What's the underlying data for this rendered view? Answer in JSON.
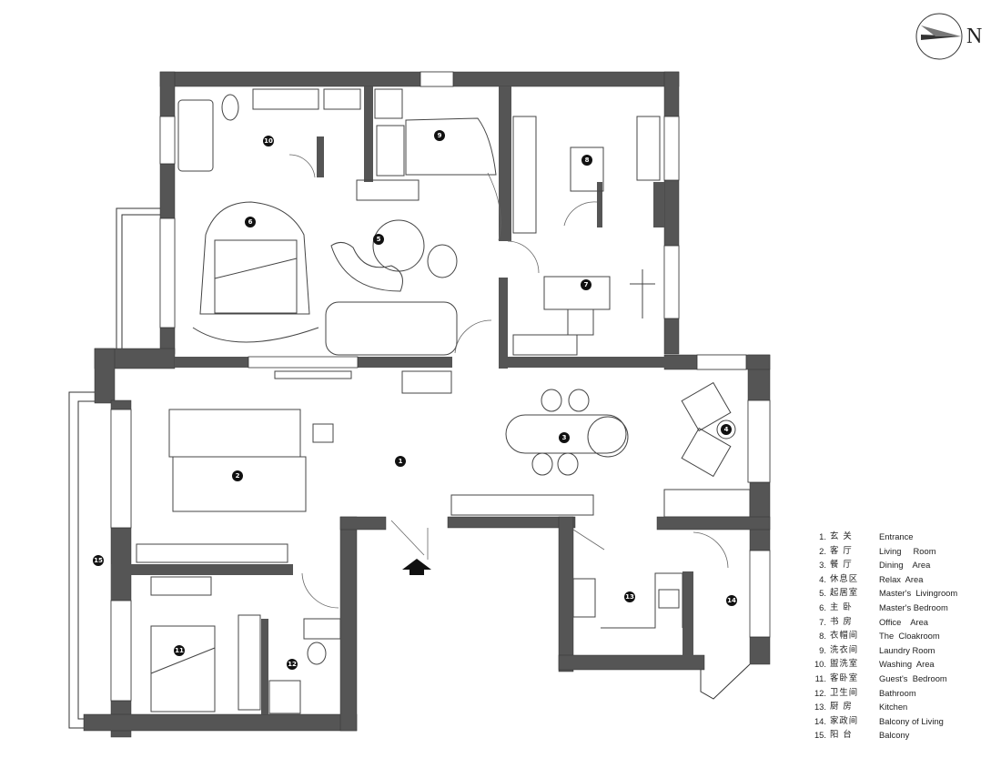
{
  "compass": {
    "label": "N"
  },
  "rooms": [
    {
      "no": "1",
      "cn": "玄 关",
      "en": "Entrance"
    },
    {
      "no": "2",
      "cn": "客 厅",
      "en": "Living     Room"
    },
    {
      "no": "3",
      "cn": "餐 厅",
      "en": "Dining    Area"
    },
    {
      "no": "4",
      "cn": "休息区",
      "en": "Relax  Area"
    },
    {
      "no": "5",
      "cn": "起居室",
      "en": "Master's  Livingroom"
    },
    {
      "no": "6",
      "cn": "主 卧",
      "en": "Master's Bedroom"
    },
    {
      "no": "7",
      "cn": "书 房",
      "en": "Office    Area"
    },
    {
      "no": "8",
      "cn": "衣帽间",
      "en": "The  Cloakroom"
    },
    {
      "no": "9",
      "cn": "洗衣间",
      "en": "Laundry Room"
    },
    {
      "no": "10",
      "cn": "盥洗室",
      "en": "Washing  Area"
    },
    {
      "no": "11",
      "cn": "客卧室",
      "en": "Guest's  Bedroom"
    },
    {
      "no": "12",
      "cn": "卫生间",
      "en": "Bathroom"
    },
    {
      "no": "13",
      "cn": "厨 房",
      "en": "Kitchen"
    },
    {
      "no": "14",
      "cn": "家政间",
      "en": "Balcony of Living"
    },
    {
      "no": "15",
      "cn": "阳 台",
      "en": "Balcony"
    }
  ]
}
